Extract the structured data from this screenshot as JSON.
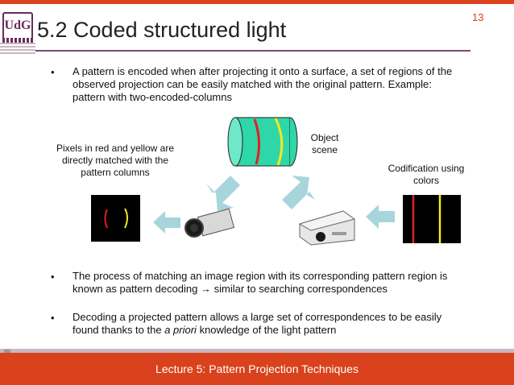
{
  "slide": {
    "logo_text": "UdG",
    "title": "5.2  Coded structured light",
    "page_number": "13",
    "bullet1_text": "A pattern is encoded when after projecting it onto a surface, a set of regions of the observed projection can be easily matched with the original pattern. Example: pattern with two-encoded-columns",
    "caption_left": "Pixels in red and yellow are directly matched with the pattern columns",
    "caption_object": "Object scene",
    "caption_right": "Codification using colors",
    "bullet2_text": "The process of matching an image region with its corresponding pattern region is known as pattern decoding → similar to searching correspondences",
    "bullet3_pre": "Decoding a projected pattern allows a large set of correspondences to be easily found thanks to the ",
    "bullet3_italic": "a priori",
    "bullet3_post": "  knowledge of the light pattern",
    "bullet_symbol": "•",
    "footer": "Lecture 5: Pattern Projection Techniques"
  },
  "colors": {
    "accent": "#d9421c",
    "logo": "#6b2a5c",
    "cylinder": "#2fd6a8",
    "red_line": "#e02020",
    "yellow_line": "#f5e81e",
    "arrow": "#a8d4dc"
  }
}
